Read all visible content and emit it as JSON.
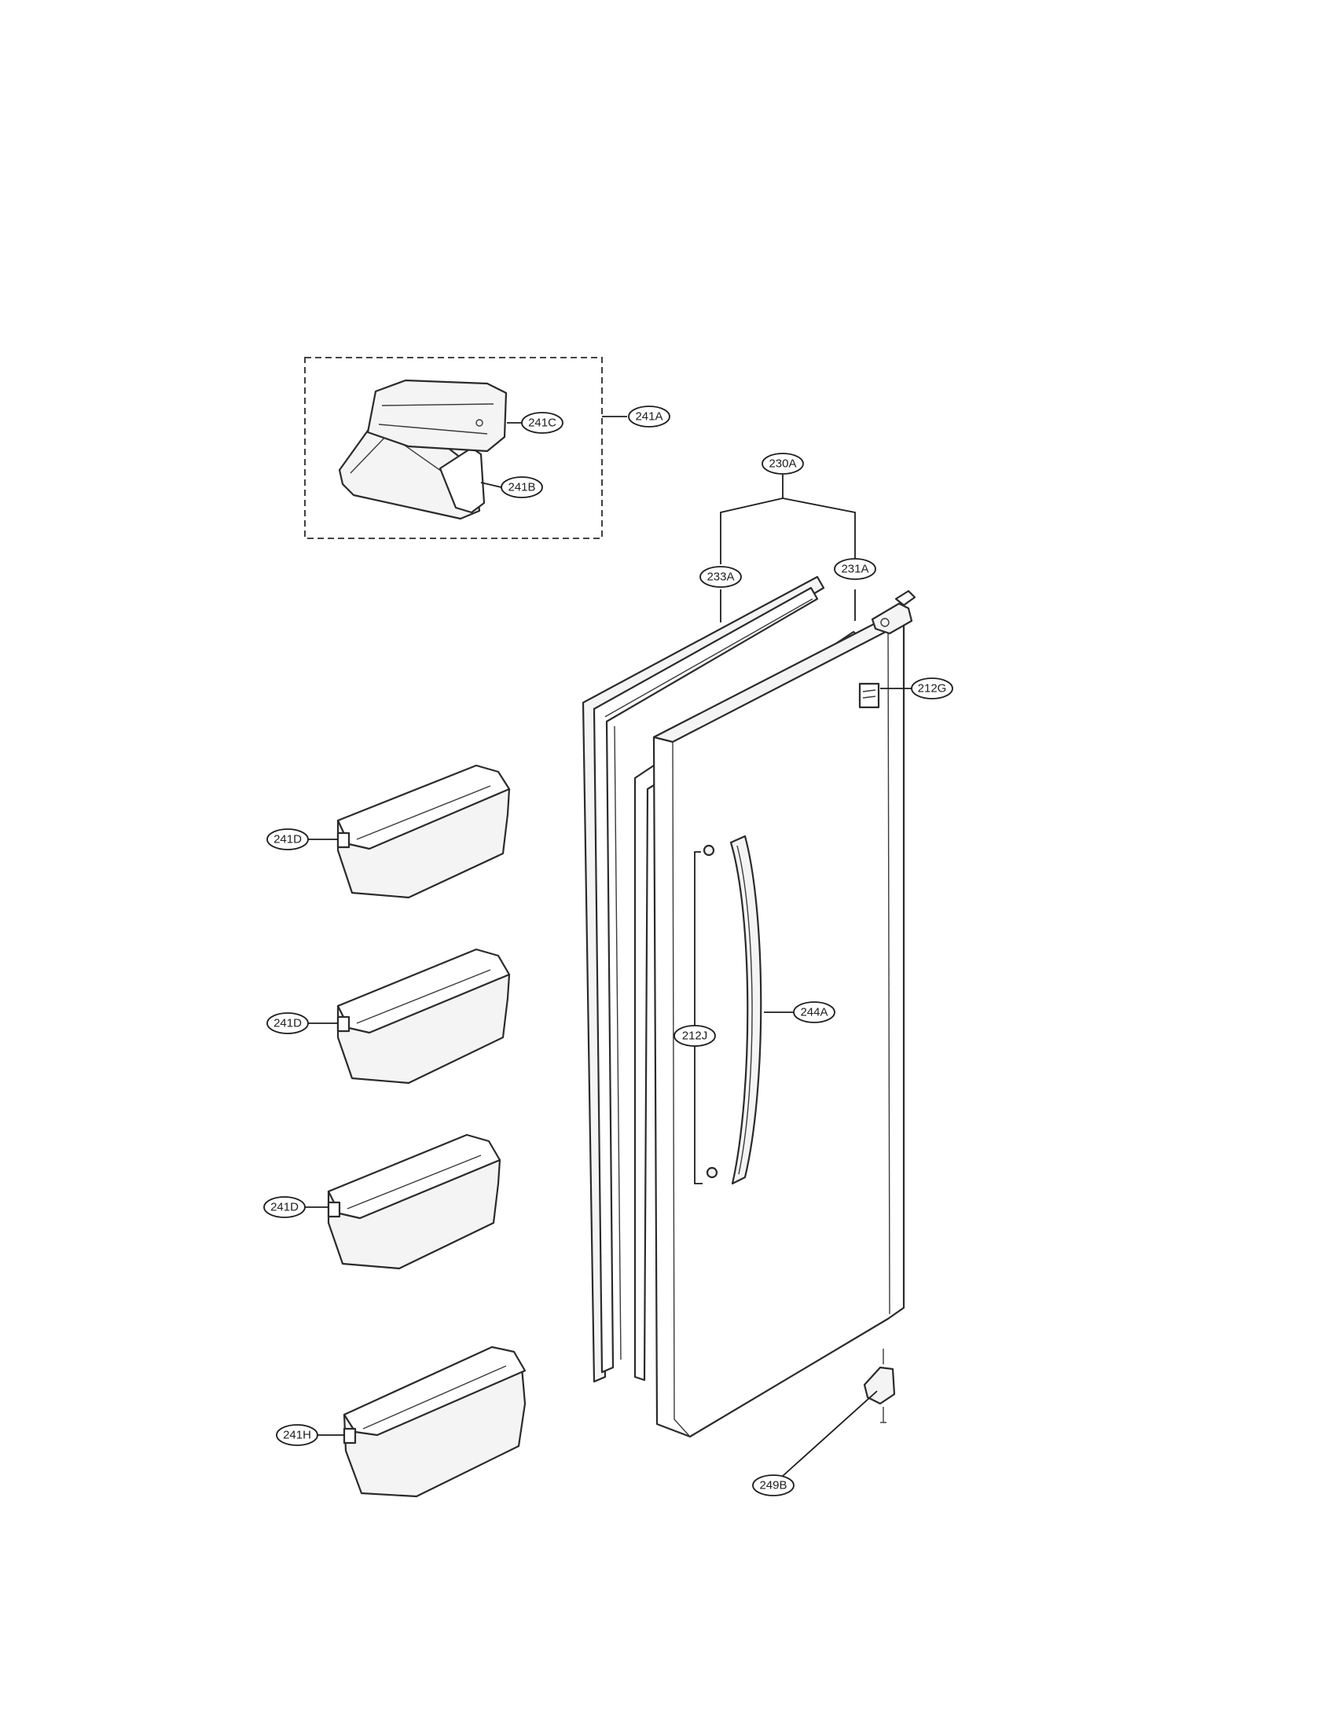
{
  "diagram": {
    "callouts": {
      "c241A": "241A",
      "c241C": "241C",
      "c241B": "241B",
      "c230A": "230A",
      "c233A": "233A",
      "c231A": "231A",
      "c212G": "212G",
      "c241D_1": "241D",
      "c241D_2": "241D",
      "c241D_3": "241D",
      "c241H": "241H",
      "c244A": "244A",
      "c212J": "212J",
      "c249B": "249B"
    }
  }
}
